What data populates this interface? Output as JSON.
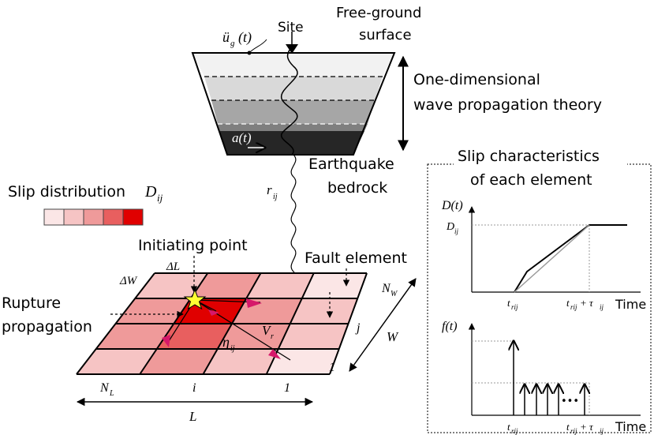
{
  "labels": {
    "free_ground_1": "Free-ground",
    "free_ground_2": "surface",
    "site": "Site",
    "ug": "ü",
    "ug_sub": "g",
    "ug_arg": "(t)",
    "one_dim_1": "One-dimensional",
    "one_dim_2": "wave propagation theory",
    "a_t": "a(t)",
    "earthquake_1": "Earthquake",
    "earthquake_2": "bedrock",
    "rij": "r",
    "rij_sub": "ij",
    "slip_dist": "Slip distribution",
    "Dij": "D",
    "Dij_sub": "ij",
    "initiating_point": "Initiating point",
    "fault_element": "Fault element",
    "rupture_1": "Rupture",
    "rupture_2": "propagation",
    "dL": "ΔL",
    "dW": "ΔW",
    "NW": "N",
    "NW_sub": "W",
    "NL": "N",
    "NL_sub": "L",
    "W": "W",
    "L": "L",
    "i": "i",
    "j": "j",
    "one_a": "1",
    "one_b": "1",
    "eta": "η",
    "eta_sub": "ij",
    "Vr": "V",
    "Vr_sub": "r"
  },
  "slip_panel": {
    "title_1": "Slip characteristics",
    "title_2": "of each element",
    "D_axis": "D(t)",
    "D_level": "D",
    "D_level_sub": "ij",
    "f_axis": "f(t)",
    "t_rij": "t",
    "t_rij_sub": "rij",
    "t_plus_1": "t",
    "t_plus_sub": "rij",
    "t_plus_2": " + τ",
    "t_plus_sub2": "ij",
    "time_1": "Time",
    "time_2": "Time",
    "dots": "•••"
  },
  "colors": {
    "layer1": "#f2f2f2",
    "layer2": "#d9d9d9",
    "layer3": "#a6a6a6",
    "layer4": "#7f7f7f",
    "layer5": "#262626",
    "slip_scale": [
      "#fbe6e6",
      "#f6c4c4",
      "#ef9a9a",
      "#e85f5f",
      "#e00000"
    ],
    "star": "#ffff33",
    "arrow_magenta": "#d6186a"
  }
}
